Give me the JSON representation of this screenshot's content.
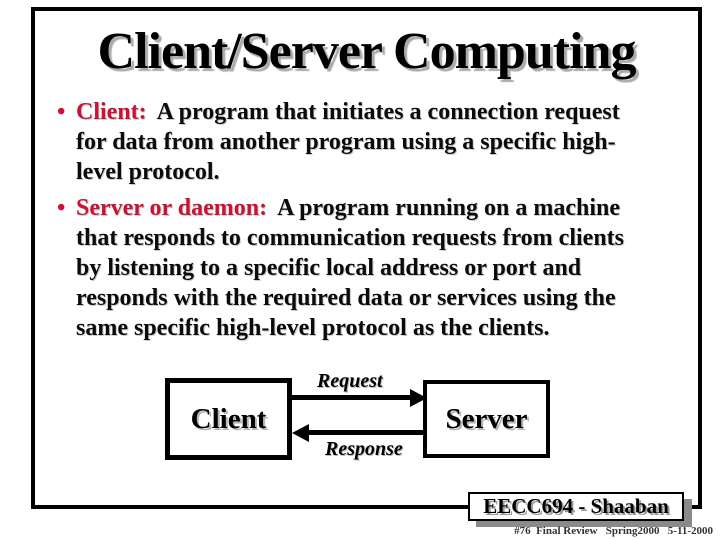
{
  "slide": {
    "title": "Client/Server Computing",
    "bullet_char": "•",
    "bullets": [
      {
        "keyword": "Client:",
        "lines": [
          "A program that initiates a connection request",
          "for data from another program using a specific high-",
          "level protocol."
        ]
      },
      {
        "keyword": "Server or daemon:",
        "lines": [
          "A program running on a machine",
          "that responds to communication requests from clients",
          "by listening to a specific local address or port and",
          "responds with the required data or services using the",
          "same specific high-level protocol as the clients."
        ]
      }
    ],
    "diagram": {
      "client_label": "Client",
      "server_label": "Server",
      "request_label": "Request",
      "response_label": "Response"
    },
    "footer": {
      "course_badge": "EECC694 - Shaaban",
      "footnote": "#76  Final Review   Spring2000   5-11-2000"
    },
    "colors": {
      "keyword_red": "#CC1133",
      "border_black": "#000000",
      "shadow_gray": "#8a8a8a",
      "background": "#ffffff"
    }
  }
}
